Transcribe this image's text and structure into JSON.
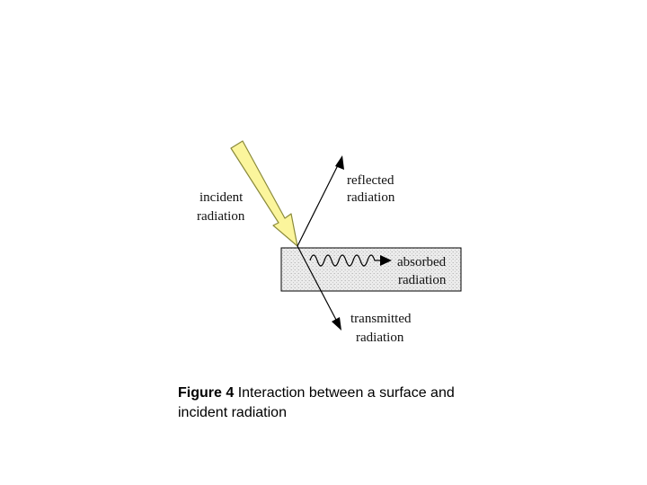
{
  "diagram": {
    "labels": {
      "incident_line1": "incident",
      "incident_line2": "radiation",
      "reflected_line1": "reflected",
      "reflected_line2": "radiation",
      "absorbed_line1": "absorbed",
      "absorbed_line2": "radiation",
      "transmitted_line1": "transmitted",
      "transmitted_line2": "radiation"
    }
  },
  "caption": {
    "figure_label": "Figure 4",
    "text": "Interaction between a surface and incident radiation"
  },
  "colors": {
    "incident_arrow_fill": "#fbf59c",
    "incident_arrow_stroke": "#8a8a3a",
    "surface_fill": "#e6e6e6",
    "line": "#000000"
  }
}
